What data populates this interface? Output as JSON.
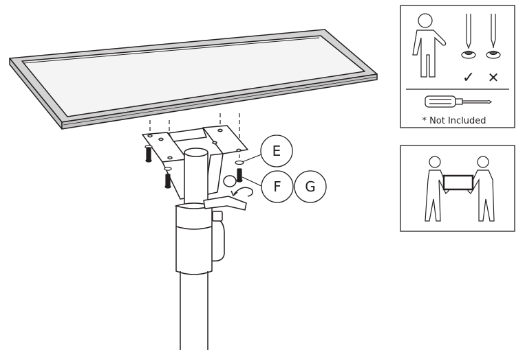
{
  "diagram": {
    "type": "assembly-instruction",
    "subject": "Mounting a rectangular panel onto a pole bracket",
    "callouts": [
      {
        "id": "E",
        "label": "E",
        "points_to": "washer"
      },
      {
        "id": "F",
        "label": "F",
        "points_to": "screw"
      },
      {
        "id": "G",
        "label": "G",
        "points_to": "screw"
      }
    ],
    "rotation_arrow": "tighten-clockwise"
  },
  "tools_panel": {
    "person_icon": "person-standing-icon",
    "screwdriver_correct": "phillips-screwdriver-icon",
    "screwdriver_wrong": "flathead-screwdriver-icon",
    "check_mark": "✓",
    "cross_mark": "✕",
    "tool_icon": "screwdriver-icon",
    "note": "* Not Included"
  },
  "two_person_panel": {
    "icon": "two-person-lift-icon"
  },
  "colors": {
    "line": "#231f20",
    "panel_frame": "#d0d0d0",
    "panel_face": "#f4f4f4",
    "background": "#ffffff"
  }
}
